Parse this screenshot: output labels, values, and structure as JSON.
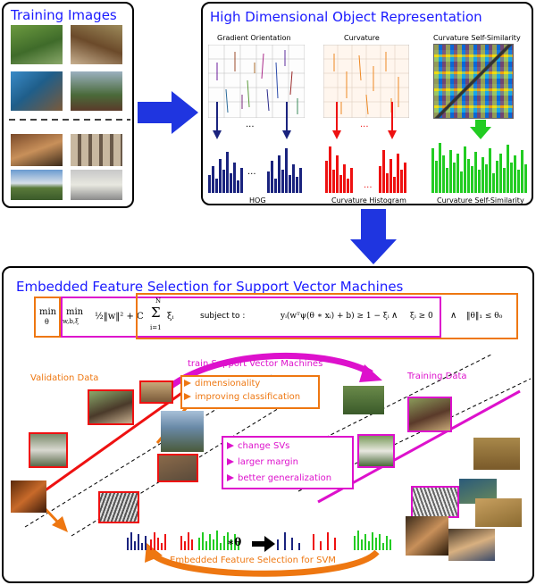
{
  "panels": {
    "training_images": {
      "title": "Training Images"
    },
    "representation": {
      "title": "High Dimensional Object Representation",
      "labels": {
        "gradient_orientation": "Gradient Orientation",
        "curvature": "Curvature",
        "curvature_self_similarity_top": "Curvature Self-Similarity",
        "hog": "HOG",
        "curvature_histogram": "Curvature Histogram",
        "curvature_self_similarity_bottom": "Curvature Self-Similarity",
        "dots": "..."
      }
    },
    "embedded": {
      "title": "Embedded Feature Selection for Support Vector Machines",
      "equation": {
        "min_theta": "min",
        "theta_sub": "θ",
        "min_wbxi": "min",
        "wbxi_sub": "w,b,ξ",
        "reg_term": "½‖w‖² + C",
        "sum_top": "N",
        "sum_sym": "Σ",
        "sum_bottom": "i=1",
        "xi": "ξᵢ",
        "subject_to": "subject to :",
        "constraint": "yᵢ(wᵀψ(θ ∗ xᵢ) + b) ≥ 1 − ξᵢ",
        "and1": "∧",
        "xi_nonneg": "ξᵢ ≥ 0",
        "and2": "∧",
        "theta_norm": "‖θ‖₁ ≤ θ₀"
      },
      "validation_data": "Validation Data",
      "training_data": "Training Data",
      "train_svm": "train Support Vector Machines",
      "orange_bullets": [
        "dimensionality",
        "improving classification"
      ],
      "magenta_bullets": [
        "change SVs",
        "larger margin",
        "better generalization"
      ],
      "theta_op": "∗θ",
      "embedded_fs_svm": "Embedded Feature Selection for SVM"
    }
  },
  "colors": {
    "title_blue": "#1a1aff",
    "arrow_blue": "#1f35e0",
    "orange": "#ee7711",
    "magenta": "#dd11cc",
    "red": "#ee1111",
    "green": "#22cc22",
    "navy": "#1a237e"
  }
}
